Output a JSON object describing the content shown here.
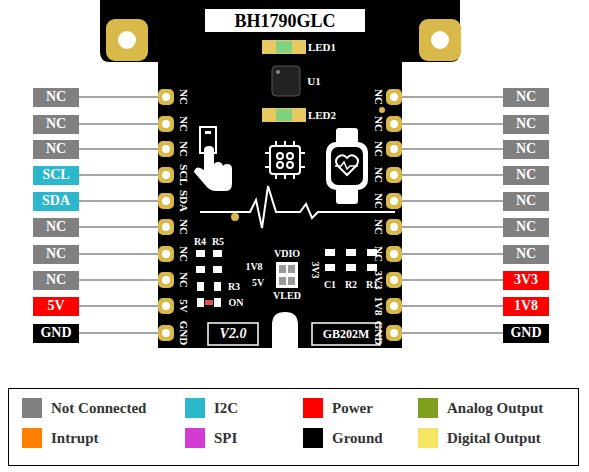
{
  "diagram": {
    "nodes": [
      {
        "text": [
          "NC"
        ]
      },
      {
        "text": [
          "NC"
        ]
      },
      {
        "text": [
          "NC"
        ]
      },
      {
        "text": [
          "NC"
        ]
      },
      {
        "text": [
          "NC"
        ]
      },
      {
        "text": [
          "NC"
        ]
      },
      {
        "text": [
          "SCL"
        ]
      },
      {
        "text": [
          "NC"
        ]
      },
      {
        "text": [
          "SDA"
        ]
      },
      {
        "text": [
          "NC"
        ]
      },
      {
        "text": [
          "NC"
        ]
      },
      {
        "text": [
          "NC"
        ]
      },
      {
        "text": [
          "NC"
        ]
      },
      {
        "text": [
          "NC"
        ]
      },
      {
        "text": [
          "NC"
        ]
      },
      {
        "text": [
          "3V3"
        ]
      },
      {
        "text": [
          "5V"
        ]
      },
      {
        "text": [
          "1V8"
        ]
      },
      {
        "text": [
          "GND"
        ]
      },
      {
        "text": [
          "GND"
        ]
      }
    ],
    "labels": [
      "BH1790GLC",
      "LED1",
      "U1",
      "LED2",
      "NC",
      "NC",
      "NC",
      "SCL",
      "SDA",
      "NC",
      "NC",
      "NC",
      "5V",
      "GND",
      "NC",
      "NC",
      "NC",
      "NC",
      "NC",
      "NC",
      "NC",
      "3V3",
      "1V8",
      "GND",
      "R4",
      "R5",
      "R3",
      "ON",
      "1V8",
      "VDIO",
      "5V",
      "VLED",
      "3V3",
      "C1",
      "R2",
      "R1",
      "V2.0",
      "GB202M"
    ],
    "legend": [
      {
        "text": "Not Connected",
        "color": "#808080"
      },
      {
        "text": "I2C",
        "color": "#2bb8cc"
      },
      {
        "text": "Power",
        "color": "#ff0000"
      },
      {
        "text": "Analog Output",
        "color": "#7f9f1f"
      },
      {
        "text": "Intrupt",
        "color": "#ff8000"
      },
      {
        "text": "SPI",
        "color": "#d23cd2"
      },
      {
        "text": "Ground",
        "color": "#000000"
      },
      {
        "text": "Digital Output",
        "color": "#f5e563"
      }
    ]
  }
}
